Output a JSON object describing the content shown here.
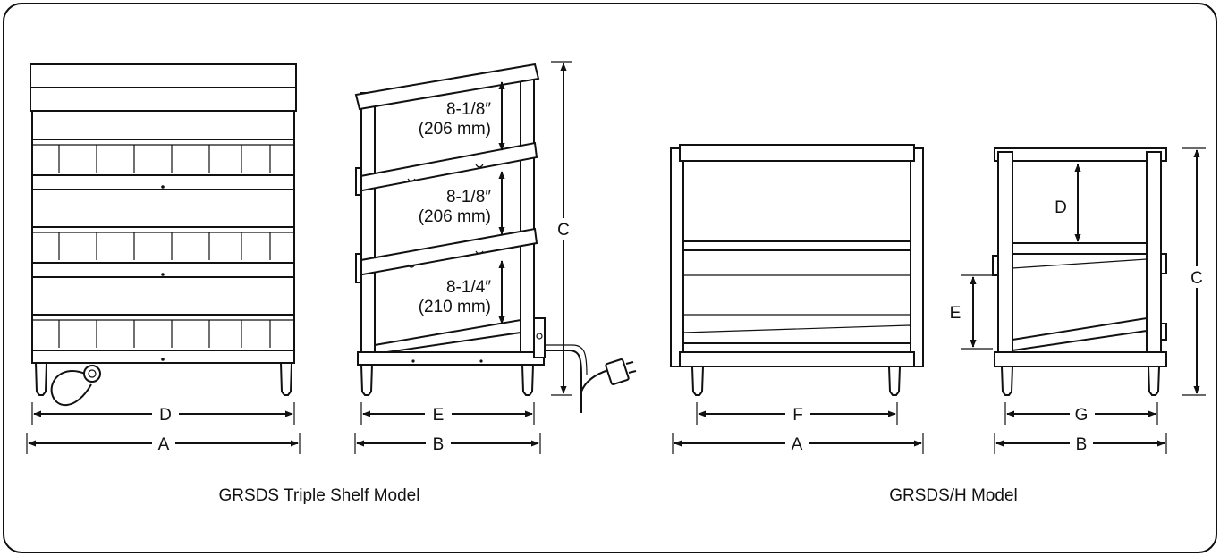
{
  "colors": {
    "line": "#111111",
    "background": "#ffffff"
  },
  "captions": {
    "triple": "GRSDS Triple Shelf Model",
    "h_model": "GRSDS/H Model"
  },
  "triple_front": {
    "dim_inner": "D",
    "dim_outer": "A"
  },
  "triple_side": {
    "dim_inner": "E",
    "dim_outer": "B",
    "dim_height": "C",
    "gaps": [
      {
        "imperial": "8-1/8″",
        "metric": "(206 mm)"
      },
      {
        "imperial": "8-1/8″",
        "metric": "(206 mm)"
      },
      {
        "imperial": "8-1/4″",
        "metric": "(210 mm)"
      }
    ]
  },
  "h_front": {
    "dim_inner": "F",
    "dim_outer": "A"
  },
  "h_side": {
    "dim_inner": "G",
    "dim_outer": "B",
    "dim_height": "C",
    "dim_upper": "D",
    "dim_lower": "E"
  }
}
